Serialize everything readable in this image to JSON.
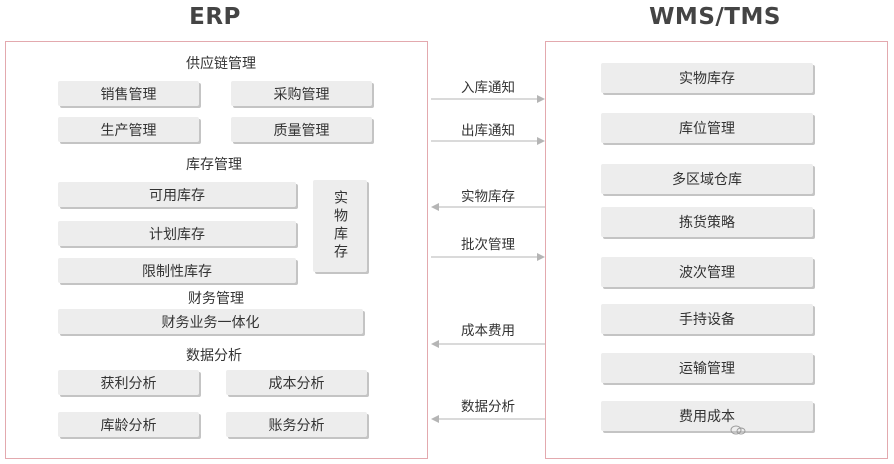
{
  "erp": {
    "title": "ERP",
    "supply_chain": {
      "heading": "供应链管理",
      "items": [
        "销售管理",
        "采购管理",
        "生产管理",
        "质量管理"
      ]
    },
    "inventory": {
      "heading": "库存管理",
      "items": [
        "可用库存",
        "计划库存",
        "限制性库存"
      ],
      "physical": "实物库存"
    },
    "finance": {
      "heading": "财务管理",
      "items": [
        "财务业务一体化"
      ]
    },
    "analysis": {
      "heading": "数据分析",
      "items": [
        "获利分析",
        "成本分析",
        "库龄分析",
        "账务分析"
      ]
    }
  },
  "wms": {
    "title": "WMS/TMS",
    "items": [
      "实物库存",
      "库位管理",
      "多区域仓库",
      "拣货策略",
      "波次管理",
      "手持设备",
      "运输管理",
      "费用成本"
    ]
  },
  "flows": [
    {
      "label": "入库通知",
      "direction": "right"
    },
    {
      "label": "出库通知",
      "direction": "right"
    },
    {
      "label": "实物库存",
      "direction": "left"
    },
    {
      "label": "批次管理",
      "direction": "right"
    },
    {
      "label": "成本费用",
      "direction": "left"
    },
    {
      "label": "数据分析",
      "direction": "left"
    }
  ],
  "colors": {
    "panel_border": "#e3a9ae",
    "box_fill": "#ededed",
    "arrow": "#b5b5b5"
  }
}
